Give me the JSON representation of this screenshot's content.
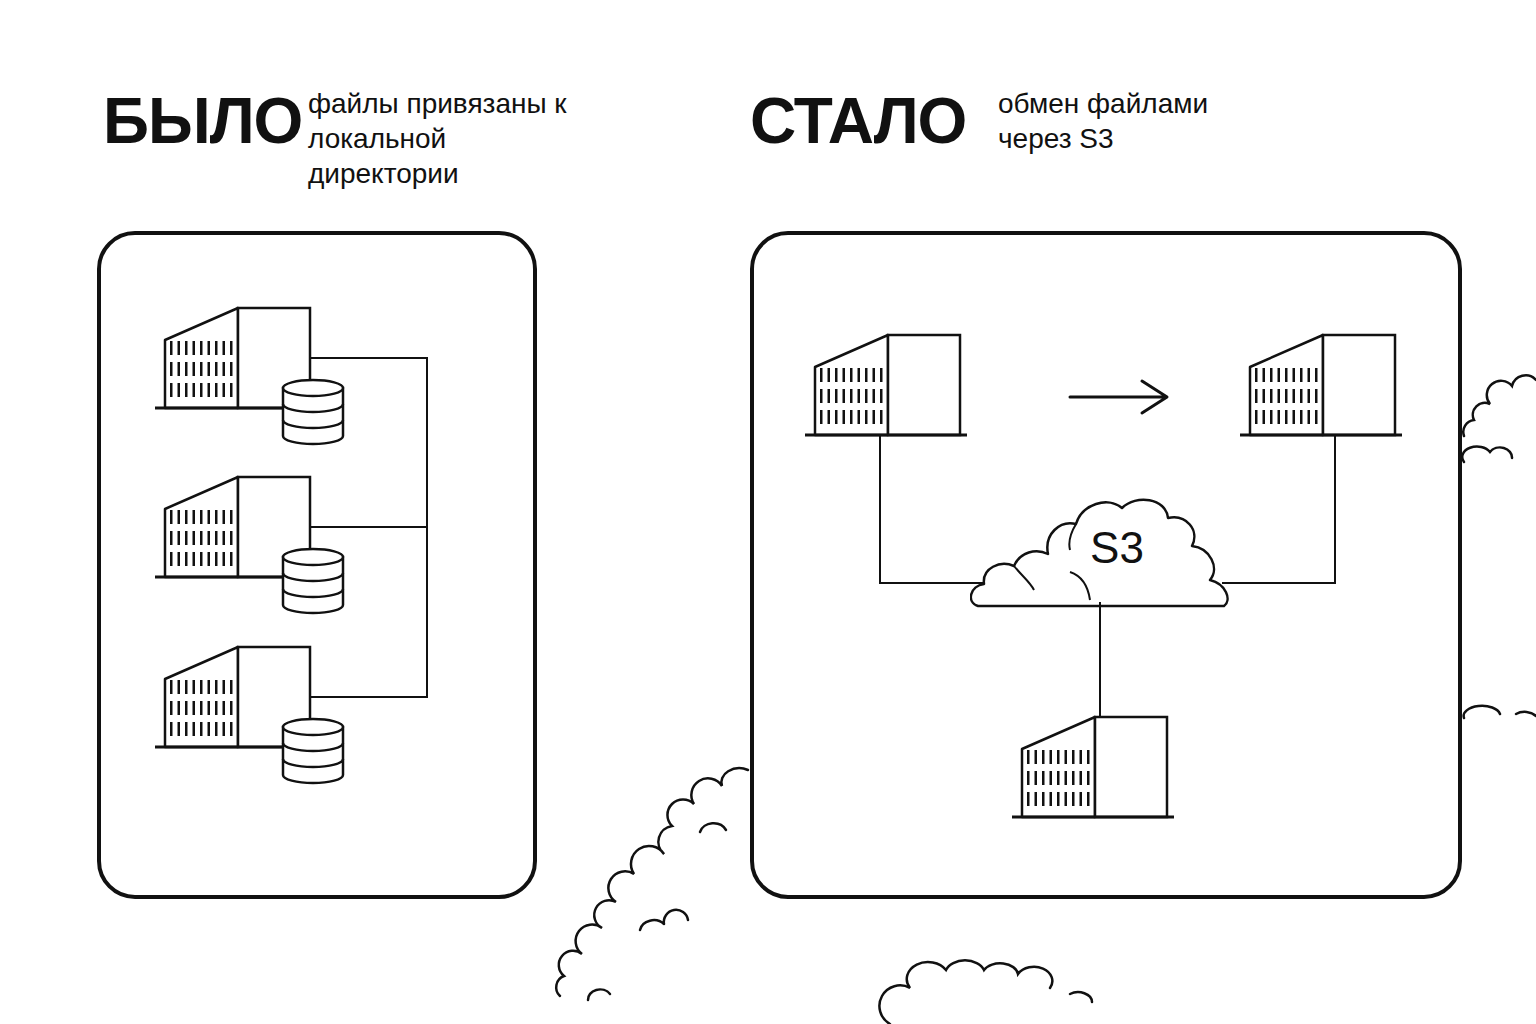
{
  "diagram": {
    "nodes": [
      {
        "text": [
          "БЫЛО",
          "файлы привязаны к локальной директории"
        ]
      },
      {
        "text": [
          "СТАЛО",
          "обмен файлами через S3"
        ]
      },
      {
        "text": [
          "S3"
        ],
        "in": 1
      }
    ]
  }
}
